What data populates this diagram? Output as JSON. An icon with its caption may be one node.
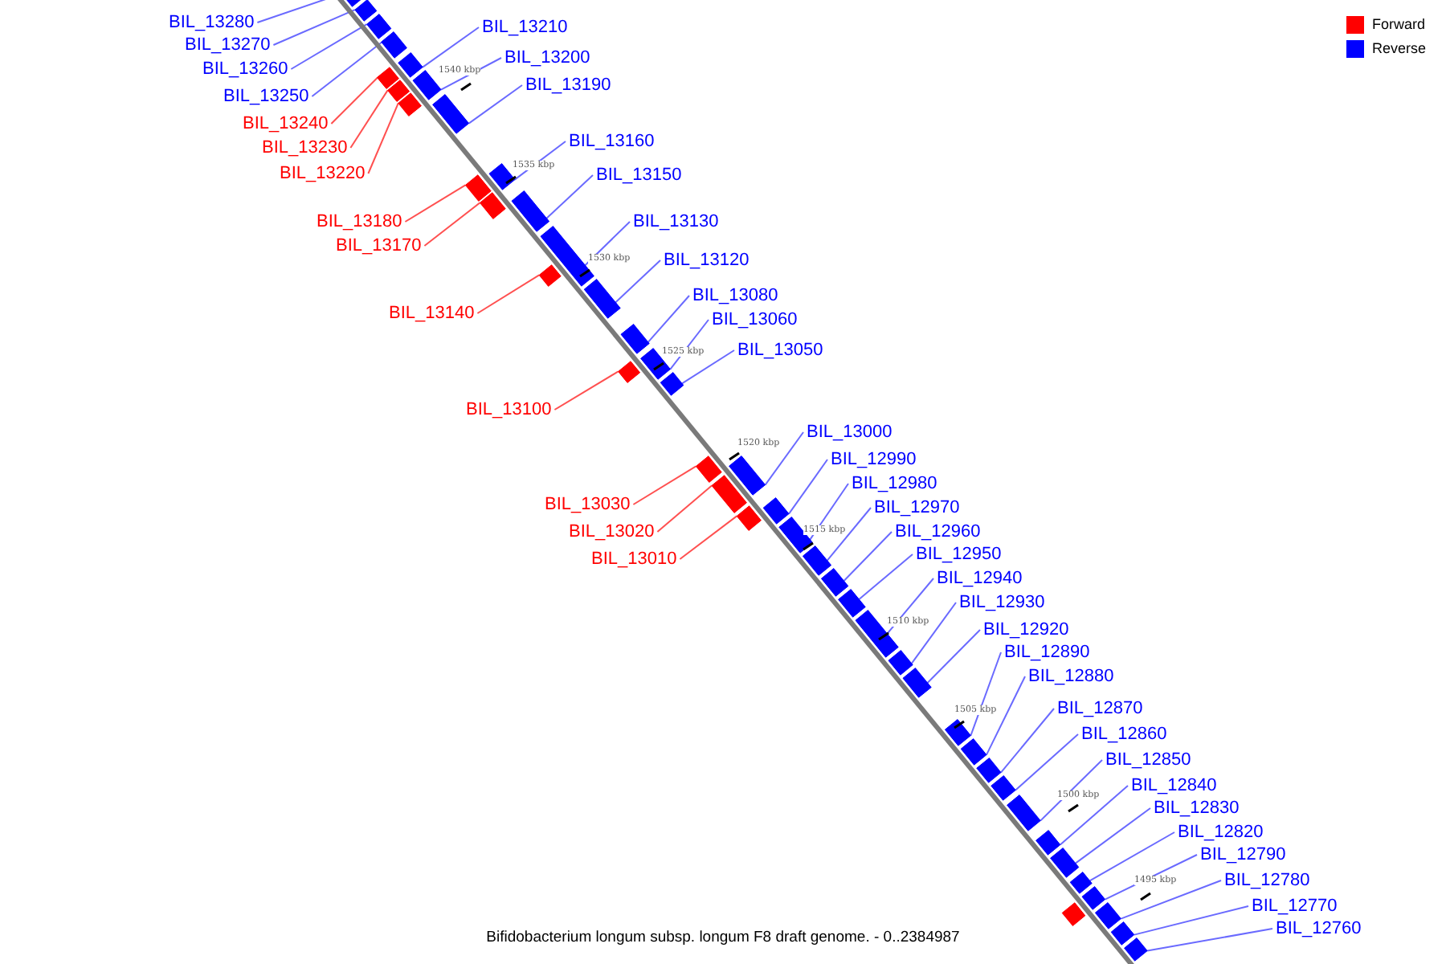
{
  "diagram": {
    "caption": "Bifidobacterium longum subsp. longum F8 draft genome. - 0..2384987",
    "nodes": [
      {
        "text": [
          "BIL_13280"
        ]
      },
      {
        "text": [
          "BIL_13210"
        ]
      },
      {
        "text": [
          "BIL_13270"
        ]
      },
      {
        "text": [
          "BIL_13200"
        ]
      },
      {
        "text": [
          "BIL_13260"
        ]
      },
      {
        "text": [
          "BIL_13190"
        ]
      },
      {
        "text": [
          "BIL_13250"
        ]
      },
      {
        "text": [
          "BIL_13240"
        ]
      },
      {
        "text": [
          "BIL_13160"
        ]
      },
      {
        "text": [
          "BIL_13230"
        ]
      },
      {
        "text": [
          "BIL_13220"
        ]
      },
      {
        "text": [
          "BIL_13150"
        ]
      },
      {
        "text": [
          "BIL_13180"
        ]
      },
      {
        "text": [
          "BIL_13130"
        ]
      },
      {
        "text": [
          "BIL_13170"
        ]
      },
      {
        "text": [
          "BIL_13120"
        ]
      },
      {
        "text": [
          "BIL_13080"
        ]
      },
      {
        "text": [
          "BIL_13140"
        ]
      },
      {
        "text": [
          "BIL_13060"
        ]
      },
      {
        "text": [
          "BIL_13050"
        ]
      },
      {
        "text": [
          "BIL_13100"
        ]
      },
      {
        "text": [
          "BIL_13000"
        ]
      },
      {
        "text": [
          "BIL_12990"
        ]
      },
      {
        "text": [
          "BIL_12980"
        ]
      },
      {
        "text": [
          "BIL_13030"
        ]
      },
      {
        "text": [
          "BIL_12970"
        ]
      },
      {
        "text": [
          "BIL_13020"
        ]
      },
      {
        "text": [
          "BIL_12960"
        ]
      },
      {
        "text": [
          "BIL_12950"
        ]
      },
      {
        "text": [
          "BIL_13010"
        ]
      },
      {
        "text": [
          "BIL_12940"
        ]
      },
      {
        "text": [
          "BIL_12930"
        ]
      },
      {
        "text": [
          "BIL_12920"
        ]
      },
      {
        "text": [
          "BIL_12890"
        ]
      },
      {
        "text": [
          "BIL_12880"
        ]
      },
      {
        "text": [
          "BIL_12870"
        ]
      },
      {
        "text": [
          "BIL_12860"
        ]
      },
      {
        "text": [
          "BIL_12850"
        ]
      },
      {
        "text": [
          "BIL_12840"
        ]
      },
      {
        "text": [
          "BIL_12830"
        ]
      },
      {
        "text": [
          "BIL_12820"
        ]
      },
      {
        "text": [
          "BIL_12790"
        ]
      },
      {
        "text": [
          "BIL_12780"
        ]
      },
      {
        "text": [
          "BIL_12770"
        ]
      },
      {
        "text": [
          "BIL_12760"
        ]
      },
      {
        "text": [],
        "shape": "bar"
      },
      {
        "text": [],
        "shape": "bar"
      },
      {
        "text": [],
        "shape": "bar"
      },
      {
        "text": [],
        "shape": "bar"
      },
      {
        "text": [],
        "shape": "bar"
      },
      {
        "text": [],
        "shape": "bar"
      },
      {
        "text": [],
        "shape": "bar"
      },
      {
        "text": [],
        "shape": "bar"
      },
      {
        "text": [],
        "shape": "bar"
      },
      {
        "text": [],
        "shape": "bar"
      },
      {
        "text": [],
        "shape": "bar"
      },
      {
        "text": [],
        "shape": "bar"
      },
      {
        "text": [],
        "shape": "bar"
      },
      {
        "text": [],
        "shape": "bar"
      },
      {
        "text": [],
        "shape": "bar"
      },
      {
        "text": [],
        "shape": "bar"
      },
      {
        "text": [],
        "shape": "bar"
      },
      {
        "text": [],
        "shape": "bar"
      },
      {
        "text": [],
        "shape": "bar"
      },
      {
        "text": [],
        "shape": "bar"
      },
      {
        "text": [],
        "shape": "bar"
      },
      {
        "text": [],
        "shape": "bar"
      },
      {
        "text": [],
        "shape": "bar"
      },
      {
        "text": [],
        "shape": "bar"
      },
      {
        "text": [],
        "shape": "bar"
      },
      {
        "text": [],
        "shape": "bar"
      },
      {
        "text": [],
        "shape": "bar"
      },
      {
        "text": [],
        "shape": "bar"
      },
      {
        "text": [],
        "shape": "bar"
      },
      {
        "text": [],
        "shape": "bar"
      },
      {
        "text": [],
        "shape": "bar"
      },
      {
        "text": [],
        "shape": "bar"
      },
      {
        "text": [],
        "shape": "bar"
      },
      {
        "text": [],
        "shape": "bar"
      },
      {
        "text": [],
        "shape": "bar"
      },
      {
        "text": [],
        "shape": "bar"
      },
      {
        "text": [],
        "shape": "bar"
      },
      {
        "text": [],
        "shape": "bar"
      },
      {
        "text": [],
        "shape": "bar"
      },
      {
        "text": [],
        "shape": "bar"
      },
      {
        "text": [],
        "shape": "bar"
      },
      {
        "text": [],
        "shape": "bar"
      },
      {
        "text": [],
        "shape": "bar"
      },
      {
        "text": [],
        "shape": "bar"
      },
      {
        "text": [],
        "shape": "bar"
      },
      {
        "text": [],
        "shape": "bar"
      }
    ],
    "edges": [
      {
        "from": 0,
        "to": 45,
        "arrow": "none"
      },
      {
        "from": 1,
        "to": 46,
        "arrow": "none"
      },
      {
        "from": 2,
        "to": 47,
        "arrow": "none"
      },
      {
        "from": 3,
        "to": 48,
        "arrow": "none"
      },
      {
        "from": 4,
        "to": 49,
        "arrow": "none"
      },
      {
        "from": 5,
        "to": 50,
        "arrow": "none"
      },
      {
        "from": 6,
        "to": 51,
        "arrow": "none"
      },
      {
        "from": 7,
        "to": 52,
        "arrow": "none",
        "color": "#ff5050"
      },
      {
        "from": 8,
        "to": 53,
        "arrow": "none"
      },
      {
        "from": 9,
        "to": 54,
        "arrow": "none",
        "color": "#ff5050"
      },
      {
        "from": 10,
        "to": 55,
        "arrow": "none",
        "color": "#ff5050"
      },
      {
        "from": 11,
        "to": 56,
        "arrow": "none"
      },
      {
        "from": 12,
        "to": 57,
        "arrow": "none",
        "color": "#ff5050"
      },
      {
        "from": 13,
        "to": 58,
        "arrow": "none"
      },
      {
        "from": 14,
        "to": 59,
        "arrow": "none",
        "color": "#ff5050"
      },
      {
        "from": 15,
        "to": 60,
        "arrow": "none"
      },
      {
        "from": 16,
        "to": 61,
        "arrow": "none"
      },
      {
        "from": 17,
        "to": 62,
        "arrow": "none",
        "color": "#ff5050"
      },
      {
        "from": 18,
        "to": 63,
        "arrow": "none"
      },
      {
        "from": 19,
        "to": 64,
        "arrow": "none"
      },
      {
        "from": 20,
        "to": 65,
        "arrow": "none",
        "color": "#ff5050"
      },
      {
        "from": 21,
        "to": 66,
        "arrow": "none"
      },
      {
        "from": 22,
        "to": 67,
        "arrow": "none"
      },
      {
        "from": 23,
        "to": 68,
        "arrow": "none"
      },
      {
        "from": 24,
        "to": 69,
        "arrow": "none",
        "color": "#ff5050"
      },
      {
        "from": 25,
        "to": 70,
        "arrow": "none"
      },
      {
        "from": 26,
        "to": 71,
        "arrow": "none",
        "color": "#ff5050"
      },
      {
        "from": 27,
        "to": 72,
        "arrow": "none"
      },
      {
        "from": 28,
        "to": 73,
        "arrow": "none"
      },
      {
        "from": 29,
        "to": 74,
        "arrow": "none",
        "color": "#ff5050"
      },
      {
        "from": 30,
        "to": 75,
        "arrow": "none"
      },
      {
        "from": 31,
        "to": 76,
        "arrow": "none"
      },
      {
        "from": 32,
        "to": 77,
        "arrow": "none"
      },
      {
        "from": 33,
        "to": 78,
        "arrow": "none"
      },
      {
        "from": 34,
        "to": 79,
        "arrow": "none"
      },
      {
        "from": 35,
        "to": 80,
        "arrow": "none"
      },
      {
        "from": 36,
        "to": 81,
        "arrow": "none"
      },
      {
        "from": 37,
        "to": 82,
        "arrow": "none"
      },
      {
        "from": 38,
        "to": 83,
        "arrow": "none"
      },
      {
        "from": 39,
        "to": 84,
        "arrow": "none"
      },
      {
        "from": 40,
        "to": 85,
        "arrow": "none"
      },
      {
        "from": 41,
        "to": 86,
        "arrow": "none"
      },
      {
        "from": 42,
        "to": 87,
        "arrow": "none"
      },
      {
        "from": 43,
        "to": 88,
        "arrow": "none"
      },
      {
        "from": 44,
        "to": 89,
        "arrow": "none"
      }
    ],
    "labels": [
      "1540 kbp",
      "1535 kbp",
      "1530 kbp",
      "1525 kbp",
      "1520 kbp",
      "1515 kbp",
      "1510 kbp",
      "1505 kbp",
      "1500 kbp",
      "1495 kbp"
    ],
    "legend": [
      {
        "text": "Forward",
        "color": "#ff0000"
      },
      {
        "text": "Reverse",
        "color": "#0000ff"
      }
    ]
  }
}
